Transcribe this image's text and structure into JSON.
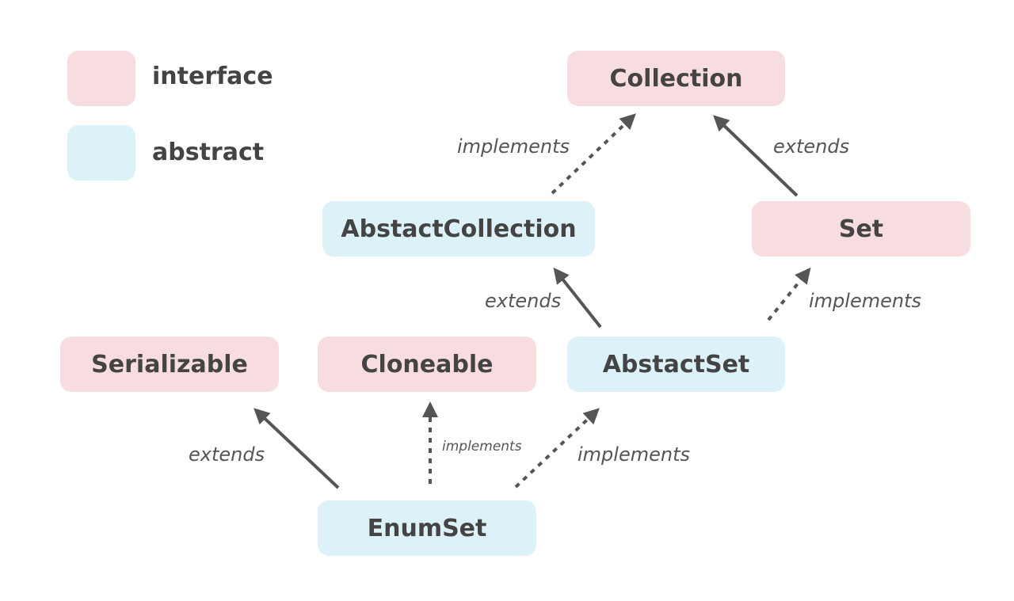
{
  "legend": {
    "interface_label": "interface",
    "abstract_label": "abstract"
  },
  "colors": {
    "interface": "#f8dde0",
    "abstract": "#dcf2f8",
    "text": "#444444",
    "arrow": "#555555"
  },
  "nodes": {
    "collection": "Collection",
    "abstract_collection": "AbstactCollection",
    "set": "Set",
    "serializable": "Serializable",
    "cloneable": "Cloneable",
    "abstract_set": "AbstactSet",
    "enum_set": "EnumSet"
  },
  "edges": [
    {
      "from": "AbstactCollection",
      "to": "Collection",
      "label": "implements",
      "style": "dashed"
    },
    {
      "from": "Set",
      "to": "Collection",
      "label": "extends",
      "style": "solid"
    },
    {
      "from": "AbstactSet",
      "to": "AbstactCollection",
      "label": "extends",
      "style": "solid"
    },
    {
      "from": "AbstactSet",
      "to": "Set",
      "label": "implements",
      "style": "dashed"
    },
    {
      "from": "EnumSet",
      "to": "Serializable",
      "label": "extends",
      "style": "solid"
    },
    {
      "from": "EnumSet",
      "to": "Cloneable",
      "label": "implements",
      "style": "dashed"
    },
    {
      "from": "EnumSet",
      "to": "AbstactSet",
      "label": "implements",
      "style": "dashed"
    }
  ]
}
